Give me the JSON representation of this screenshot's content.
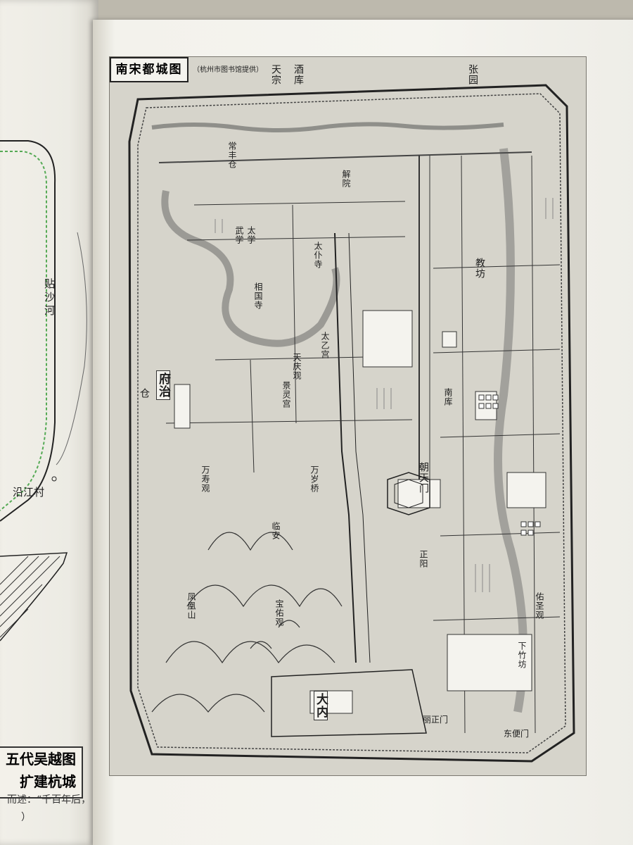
{
  "left_page": {
    "labels": {
      "river": "贴沙河",
      "village": "沿江村"
    },
    "caption_lines": [
      "五代吴越图",
      "扩建杭城"
    ],
    "quote_text": "而述：“千百年后，",
    "quote_tail": "）"
  },
  "map": {
    "title": "南宋都城图",
    "source_note": "（杭州市图书馆提供）",
    "labels": {
      "palace": "大内",
      "prefecture": "府治",
      "armory": "仓",
      "court_gate": "朝天门",
      "tiantai": "天宗",
      "jiuku": "酒库",
      "zhangyuan": "张园",
      "imperial_college": "太学",
      "wu_school": "武学",
      "changfeng_cang": "常丰仓",
      "anjia_yuan": "解院",
      "taipu_si": "太仆寺",
      "jiao_fang": "教坊",
      "tianqing_guan": "天庆观",
      "taiyi_gong": "太乙宫",
      "jingling_gong": "景灵宫",
      "wanshou_guan": "万寿观",
      "fenghuang_shan": "凤凰山",
      "wanliqiao": "万岁桥",
      "nan_ku": "南库",
      "lin_ren": "临安",
      "xiangguo_si": "相国寺",
      "baoyou_guan": "宝佑观",
      "liusheng_guan": "佑圣观",
      "dongbian_men": "东便门",
      "lizheng_men": "丽正门",
      "zhengyang": "正阳",
      "xiazhu_fang": "下竹坊"
    }
  },
  "colors": {
    "page": "#f5f4ef",
    "map_bg": "#d6d4cb",
    "ink": "#1e1e1e",
    "background": "#bdb9ad"
  }
}
